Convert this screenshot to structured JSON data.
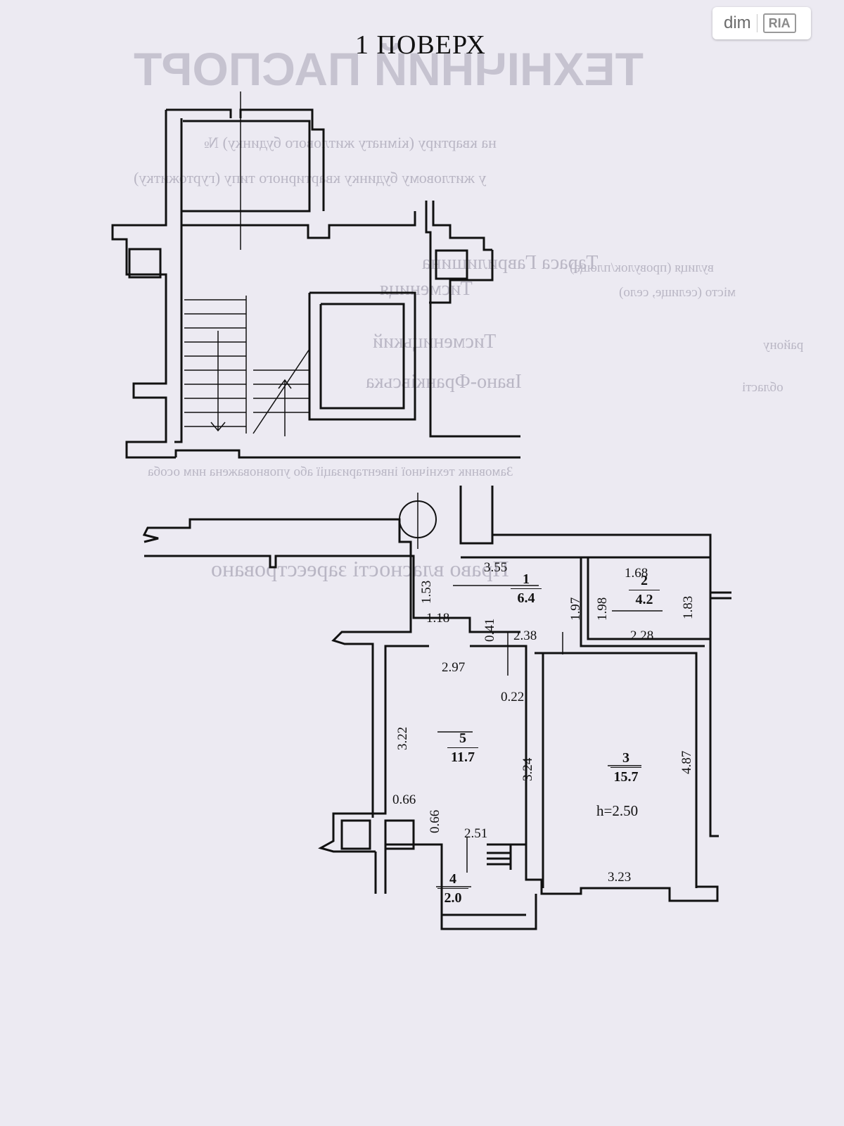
{
  "watermark": {
    "brand": "dim",
    "brand_secondary": "RIA"
  },
  "plan": {
    "title": "1 ПОВЕРХ",
    "ceiling_height": "h=2.50",
    "rooms": [
      {
        "number": "1",
        "area": "6.4"
      },
      {
        "number": "2",
        "area": "4.2"
      },
      {
        "number": "3",
        "area": "15.7"
      },
      {
        "number": "4",
        "area": "2.0"
      },
      {
        "number": "5",
        "area": "11.7"
      }
    ],
    "dimensions": {
      "d_355": "3.55",
      "d_168": "1.68",
      "d_153": "1.53",
      "d_197": "1.97",
      "d_198": "1.98",
      "d_183": "1.83",
      "d_118": "1.18",
      "d_041": "0.41",
      "d_238": "2.38",
      "d_228": "2.28",
      "d_297": "2.97",
      "d_022": "0.22",
      "d_322": "3.22",
      "d_324": "3.24",
      "d_487": "4.87",
      "d_066a": "0.66",
      "d_066b": "0.66",
      "d_251": "2.51",
      "d_323": "3.23"
    }
  },
  "background_document": {
    "heading": "ТЕХНІЧНИЙ ПАСПОРТ",
    "line_1": "на квартиру (кімнату житлового будинку) №",
    "line_2": "у житловому будинку квартирного типу (гуртожитку)",
    "line_3": "Тараса Гаврилишина",
    "line_4": "Тисмениця",
    "line_5": "Тисменицький",
    "line_6": "Івано-Франківська",
    "label_street": "вулиця (провулок/площа)",
    "label_city": "місто (селище, село)",
    "label_district": "району",
    "label_region": "області",
    "customer": "Замовник технічної інвентаризації або уповноважена ним особа",
    "ownership": "Право власності зареєстровано"
  },
  "colors": {
    "paper": "#eceaf2",
    "ink": "#111111",
    "faded_text": "#b9b6c4"
  }
}
